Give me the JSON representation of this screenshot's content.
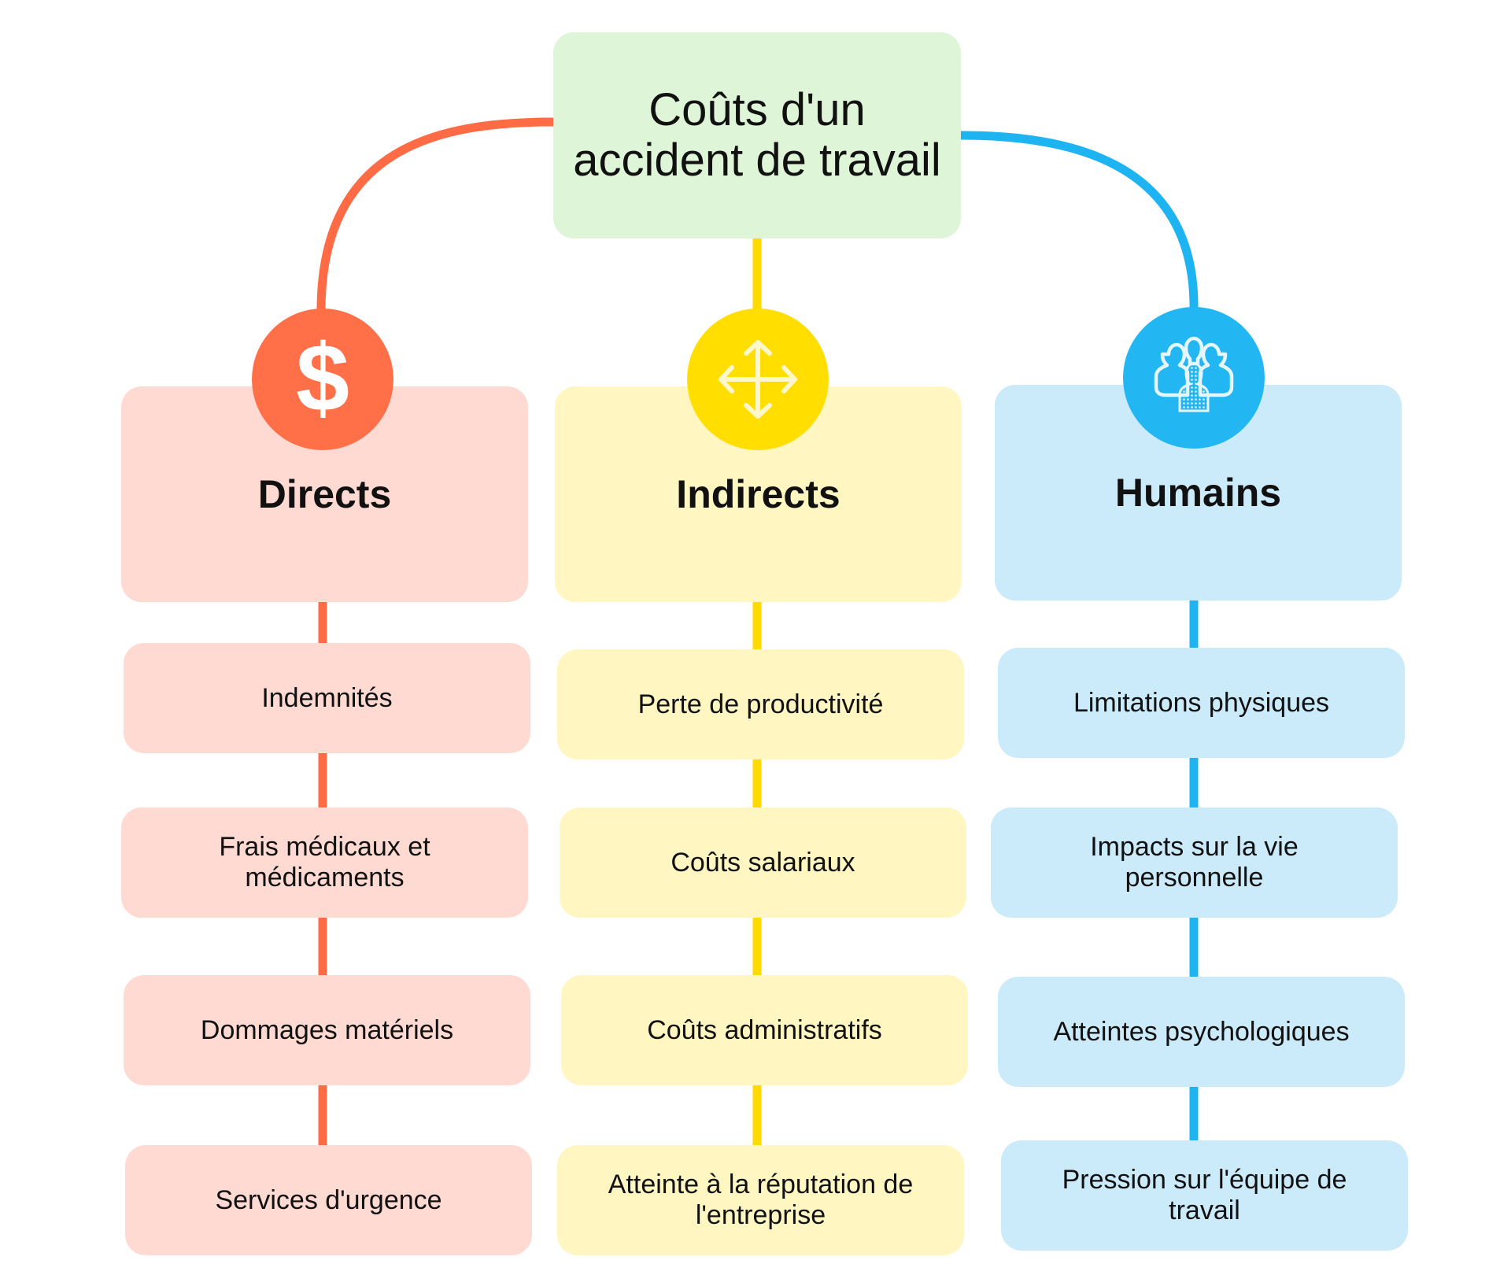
{
  "title": "Coûts d'un accident de travail",
  "colors": {
    "root_fill": "#DFF5D7",
    "directs_line": "#FF6B45",
    "directs_circle": "#FF7049",
    "directs_fill": "#FFDAD3",
    "indirects_line": "#FFDA00",
    "indirects_circle": "#FFDE00",
    "indirects_fill": "#FFF6C2",
    "humains_line": "#1EB4F2",
    "humains_circle": "#22B7F3",
    "humains_fill": "#CBEBFA"
  },
  "categories": [
    {
      "name": "Directs",
      "icon": "dollar-icon",
      "items": [
        "Indemnités",
        "Frais médicaux et médicaments",
        "Dommages matériels",
        "Services d'urgence"
      ]
    },
    {
      "name": "Indirects",
      "icon": "move-arrows-icon",
      "items": [
        "Perte de productivité",
        "Coûts salariaux",
        "Coûts administratifs",
        "Atteinte à la réputation de l'entreprise"
      ]
    },
    {
      "name": "Humains",
      "icon": "people-group-icon",
      "items": [
        "Limitations physiques",
        "Impacts sur la vie personnelle",
        "Atteintes psychologiques",
        "Pression sur l'équipe de travail"
      ]
    }
  ]
}
